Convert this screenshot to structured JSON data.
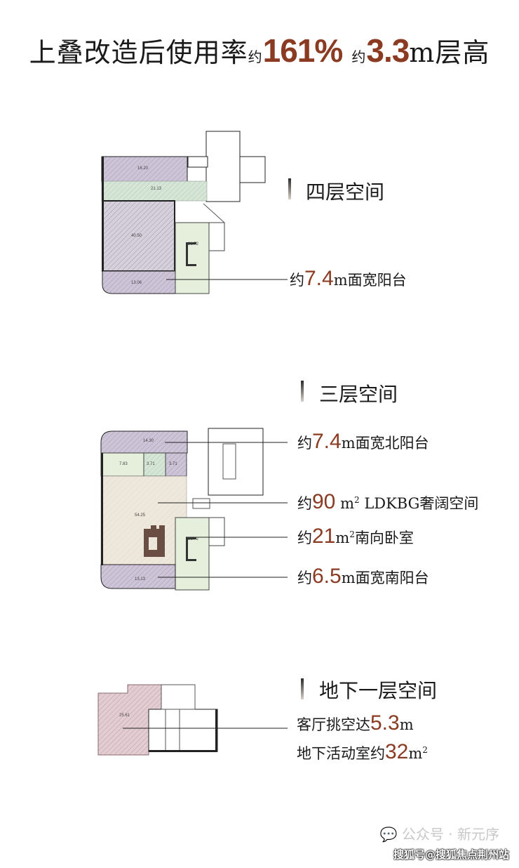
{
  "header": {
    "title_prefix": "上叠改造后使用率",
    "approx1": "约",
    "usage_rate": "161%",
    "approx2": "约",
    "floor_height": "3.3",
    "floor_height_unit": "m",
    "title_suffix": "层高"
  },
  "floors": [
    {
      "heading": "四层空间",
      "room_areas": [
        "16.20",
        "21.13",
        "40.50",
        "21.72",
        "13.06"
      ],
      "callouts": [
        {
          "prefix": "约",
          "value": "7.4",
          "unit": "m",
          "text": "面宽阳台"
        }
      ]
    },
    {
      "heading": "三层空间",
      "room_areas": [
        "14.30",
        "7.83",
        "3.71",
        "3.71",
        "54.25",
        "21.72",
        "13.13"
      ],
      "callouts": [
        {
          "prefix": "约",
          "value": "7.4",
          "unit": "m",
          "text": "面宽北阳台"
        },
        {
          "prefix": "约",
          "value": "90",
          "unit": "m",
          "sup": "2",
          "text": "LDKBG奢阔空间"
        },
        {
          "prefix": "约",
          "value": "21",
          "unit": "m",
          "sup": "2",
          "text": "南向卧室"
        },
        {
          "prefix": "约",
          "value": "6.5",
          "unit": "m",
          "text": "面宽南阳台"
        }
      ]
    },
    {
      "heading": "地下一层空间",
      "room_areas": [
        "25.61"
      ],
      "callouts": [
        {
          "prefix": "客厅挑空达",
          "value": "5.3",
          "unit": "m",
          "text": ""
        },
        {
          "prefix": "地下活动室约",
          "value": "32",
          "unit": "m",
          "sup": "2",
          "text": ""
        }
      ]
    }
  ],
  "watermark": {
    "wechat": "公众号 · 新元序",
    "sohu": "搜狐号@搜狐焦点荆州站"
  },
  "colors": {
    "accent": "#8a3b22",
    "balcony": "#cdc4d8",
    "living": "#ece6da",
    "bedroom": "#d9e8d4"
  }
}
